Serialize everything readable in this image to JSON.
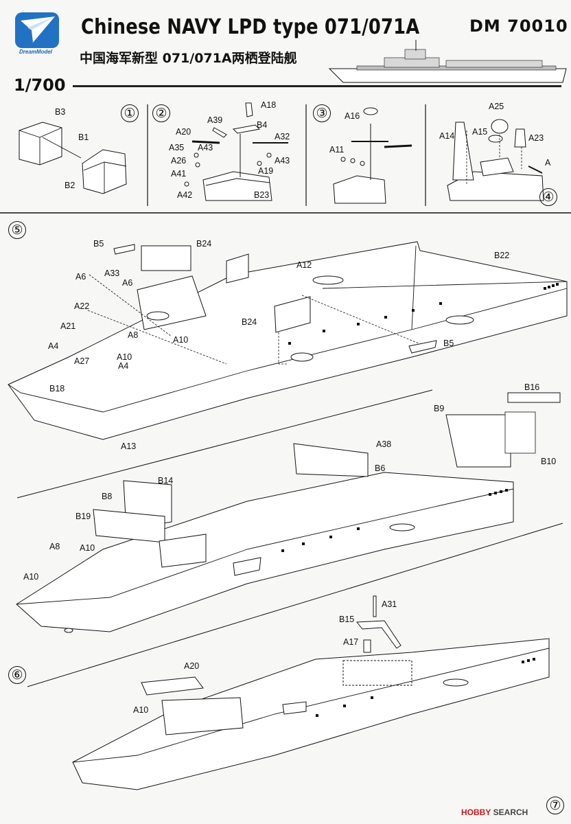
{
  "header": {
    "brand": "DreamModel",
    "title": "Chinese NAVY LPD type 071/071A",
    "product_code": "DM 70010",
    "subtitle_cn": "中国海军新型 071/071A两栖登陆舰",
    "scale": "1/700"
  },
  "steps": {
    "s1": {
      "number": "①",
      "parts": [
        "B3",
        "B1",
        "B2"
      ]
    },
    "s2": {
      "number": "②",
      "parts": [
        "A18",
        "A39",
        "B4",
        "A20",
        "A32",
        "A35",
        "A43",
        "A26",
        "A43",
        "A41",
        "A19",
        "A42",
        "B23"
      ]
    },
    "s3": {
      "number": "③",
      "parts": [
        "A16",
        "A11"
      ]
    },
    "s4": {
      "number": "④",
      "parts": [
        "A25",
        "A14",
        "A15",
        "A23",
        "A"
      ]
    },
    "s5": {
      "number": "⑤",
      "parts": [
        "B5",
        "B24",
        "A12",
        "B22",
        "A6",
        "A33",
        "A6",
        "A22",
        "A21",
        "B24",
        "A8",
        "A10",
        "A4",
        "A27",
        "A10",
        "A4",
        "B5",
        "B18",
        "A13"
      ]
    },
    "s5b": {
      "parts": [
        "B16",
        "B9",
        "A38",
        "B6",
        "B10",
        "B14",
        "B8",
        "B19",
        "A8",
        "A10",
        "A10"
      ]
    },
    "s6": {
      "number": "⑥",
      "parts": [
        "A31",
        "B15",
        "A17",
        "A20",
        "A10"
      ]
    },
    "s7": {
      "number": "⑦"
    }
  },
  "footer": {
    "watermark_brand": "HOBBY",
    "watermark_rest": " SEARCH"
  }
}
